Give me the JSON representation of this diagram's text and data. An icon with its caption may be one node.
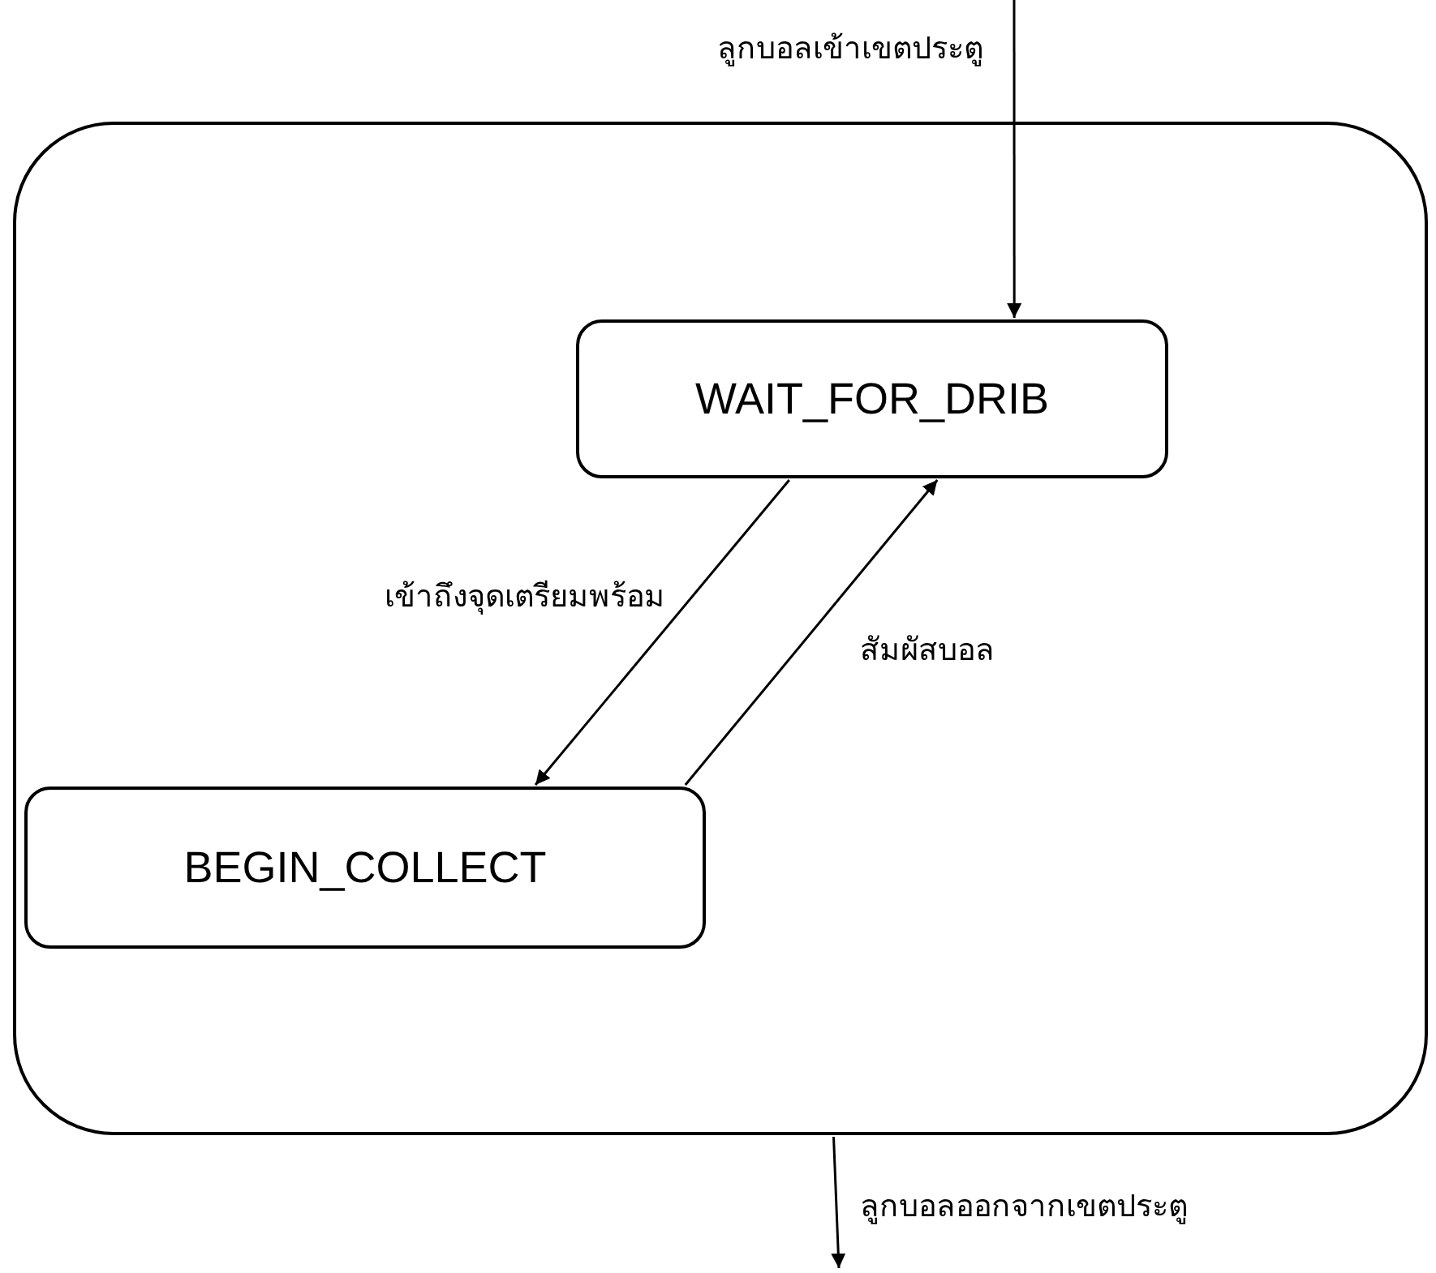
{
  "diagram": {
    "nodes": [
      {
        "text": [],
        "shape": "box"
      },
      {
        "text": [
          "WAIT_FOR_DRIB"
        ],
        "in": 0
      },
      {
        "text": [
          "BEGIN_COLLECT"
        ],
        "in": 0
      }
    ],
    "edges": [
      {
        "from": null,
        "to": 1,
        "arrow": "to",
        "label": "ลูกบอลเข้าเขตประตู"
      },
      {
        "from": 1,
        "to": 2,
        "arrow": "to",
        "label": "เข้าถึงจุดเตรียมพร้อม"
      },
      {
        "from": 2,
        "to": 1,
        "arrow": "to",
        "label": "สัมผัสบอล"
      },
      {
        "from": 0,
        "to": null,
        "arrow": "to",
        "label": "ลูกบอลออกจากเขตประตู"
      }
    ]
  }
}
